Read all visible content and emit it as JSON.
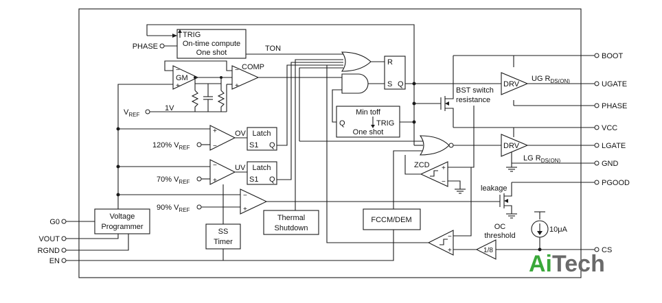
{
  "pins_right": [
    {
      "id": "boot",
      "label": "BOOT"
    },
    {
      "id": "ugate",
      "label": "UGATE"
    },
    {
      "id": "phase",
      "label": "PHASE"
    },
    {
      "id": "vcc",
      "label": "VCC"
    },
    {
      "id": "lgate",
      "label": "LGATE"
    },
    {
      "id": "gnd",
      "label": "GND"
    },
    {
      "id": "pgood",
      "label": "PGOOD"
    },
    {
      "id": "cs",
      "label": "CS"
    }
  ],
  "pins_left": [
    {
      "id": "phase_in",
      "label": "PHASE"
    },
    {
      "id": "vref",
      "label": "V",
      "sub": "REF"
    },
    {
      "id": "ov_ref",
      "label": "120% V",
      "sub": "REF"
    },
    {
      "id": "uv_ref",
      "label": "70% V",
      "sub": "REF"
    },
    {
      "id": "pg_ref",
      "label": "90% V",
      "sub": "REF"
    },
    {
      "id": "g0",
      "label": "G0"
    },
    {
      "id": "vout",
      "label": "VOUT"
    },
    {
      "id": "rgnd",
      "label": "RGND"
    },
    {
      "id": "en",
      "label": "EN"
    }
  ],
  "blocks": {
    "ontime": {
      "trig": "TRIG",
      "line1": "On-time compute",
      "line2": "One shot"
    },
    "ton": "TON",
    "rs": {
      "r": "R",
      "s": "S",
      "q": "Q"
    },
    "mintoff": {
      "title": "Min toff",
      "q": "Q",
      "trig": "TRIG",
      "label": "One shot"
    },
    "gm": "GM",
    "comp": "COMP",
    "one_v": "1V",
    "ov": "OV",
    "uv": "UV",
    "latch_ov": {
      "title": "Latch",
      "s": "S1",
      "q": "Q"
    },
    "latch_uv": {
      "title": "Latch",
      "s": "S1",
      "q": "Q"
    },
    "thermal": {
      "line1": "Thermal",
      "line2": "Shutdown"
    },
    "fccm": "FCCM/DEM",
    "voltage_prog": {
      "line1": "Voltage",
      "line2": "Programmer"
    },
    "ss_timer": {
      "line1": "SS",
      "line2": "Timer"
    },
    "drv_top": "DRV",
    "drv_bottom": "DRV",
    "ug_rds": {
      "label": "UG R",
      "sub": "DS(ON)"
    },
    "lg_rds": {
      "label": "LG R",
      "sub": "DS(ON)"
    },
    "bst": {
      "line1": "BST switch",
      "line2": "resistance"
    },
    "zcd": "ZCD",
    "leakage": "leakage",
    "oc": {
      "line1": "OC",
      "line2": "threshold"
    },
    "current_source": "10μA",
    "divider": "1/8"
  },
  "logo": {
    "text": "AiTech",
    "color_a": "#3aa83a",
    "color_b": "#6a6a6a"
  },
  "colors": {
    "line": "#1a1a1a",
    "background": "#ffffff"
  }
}
